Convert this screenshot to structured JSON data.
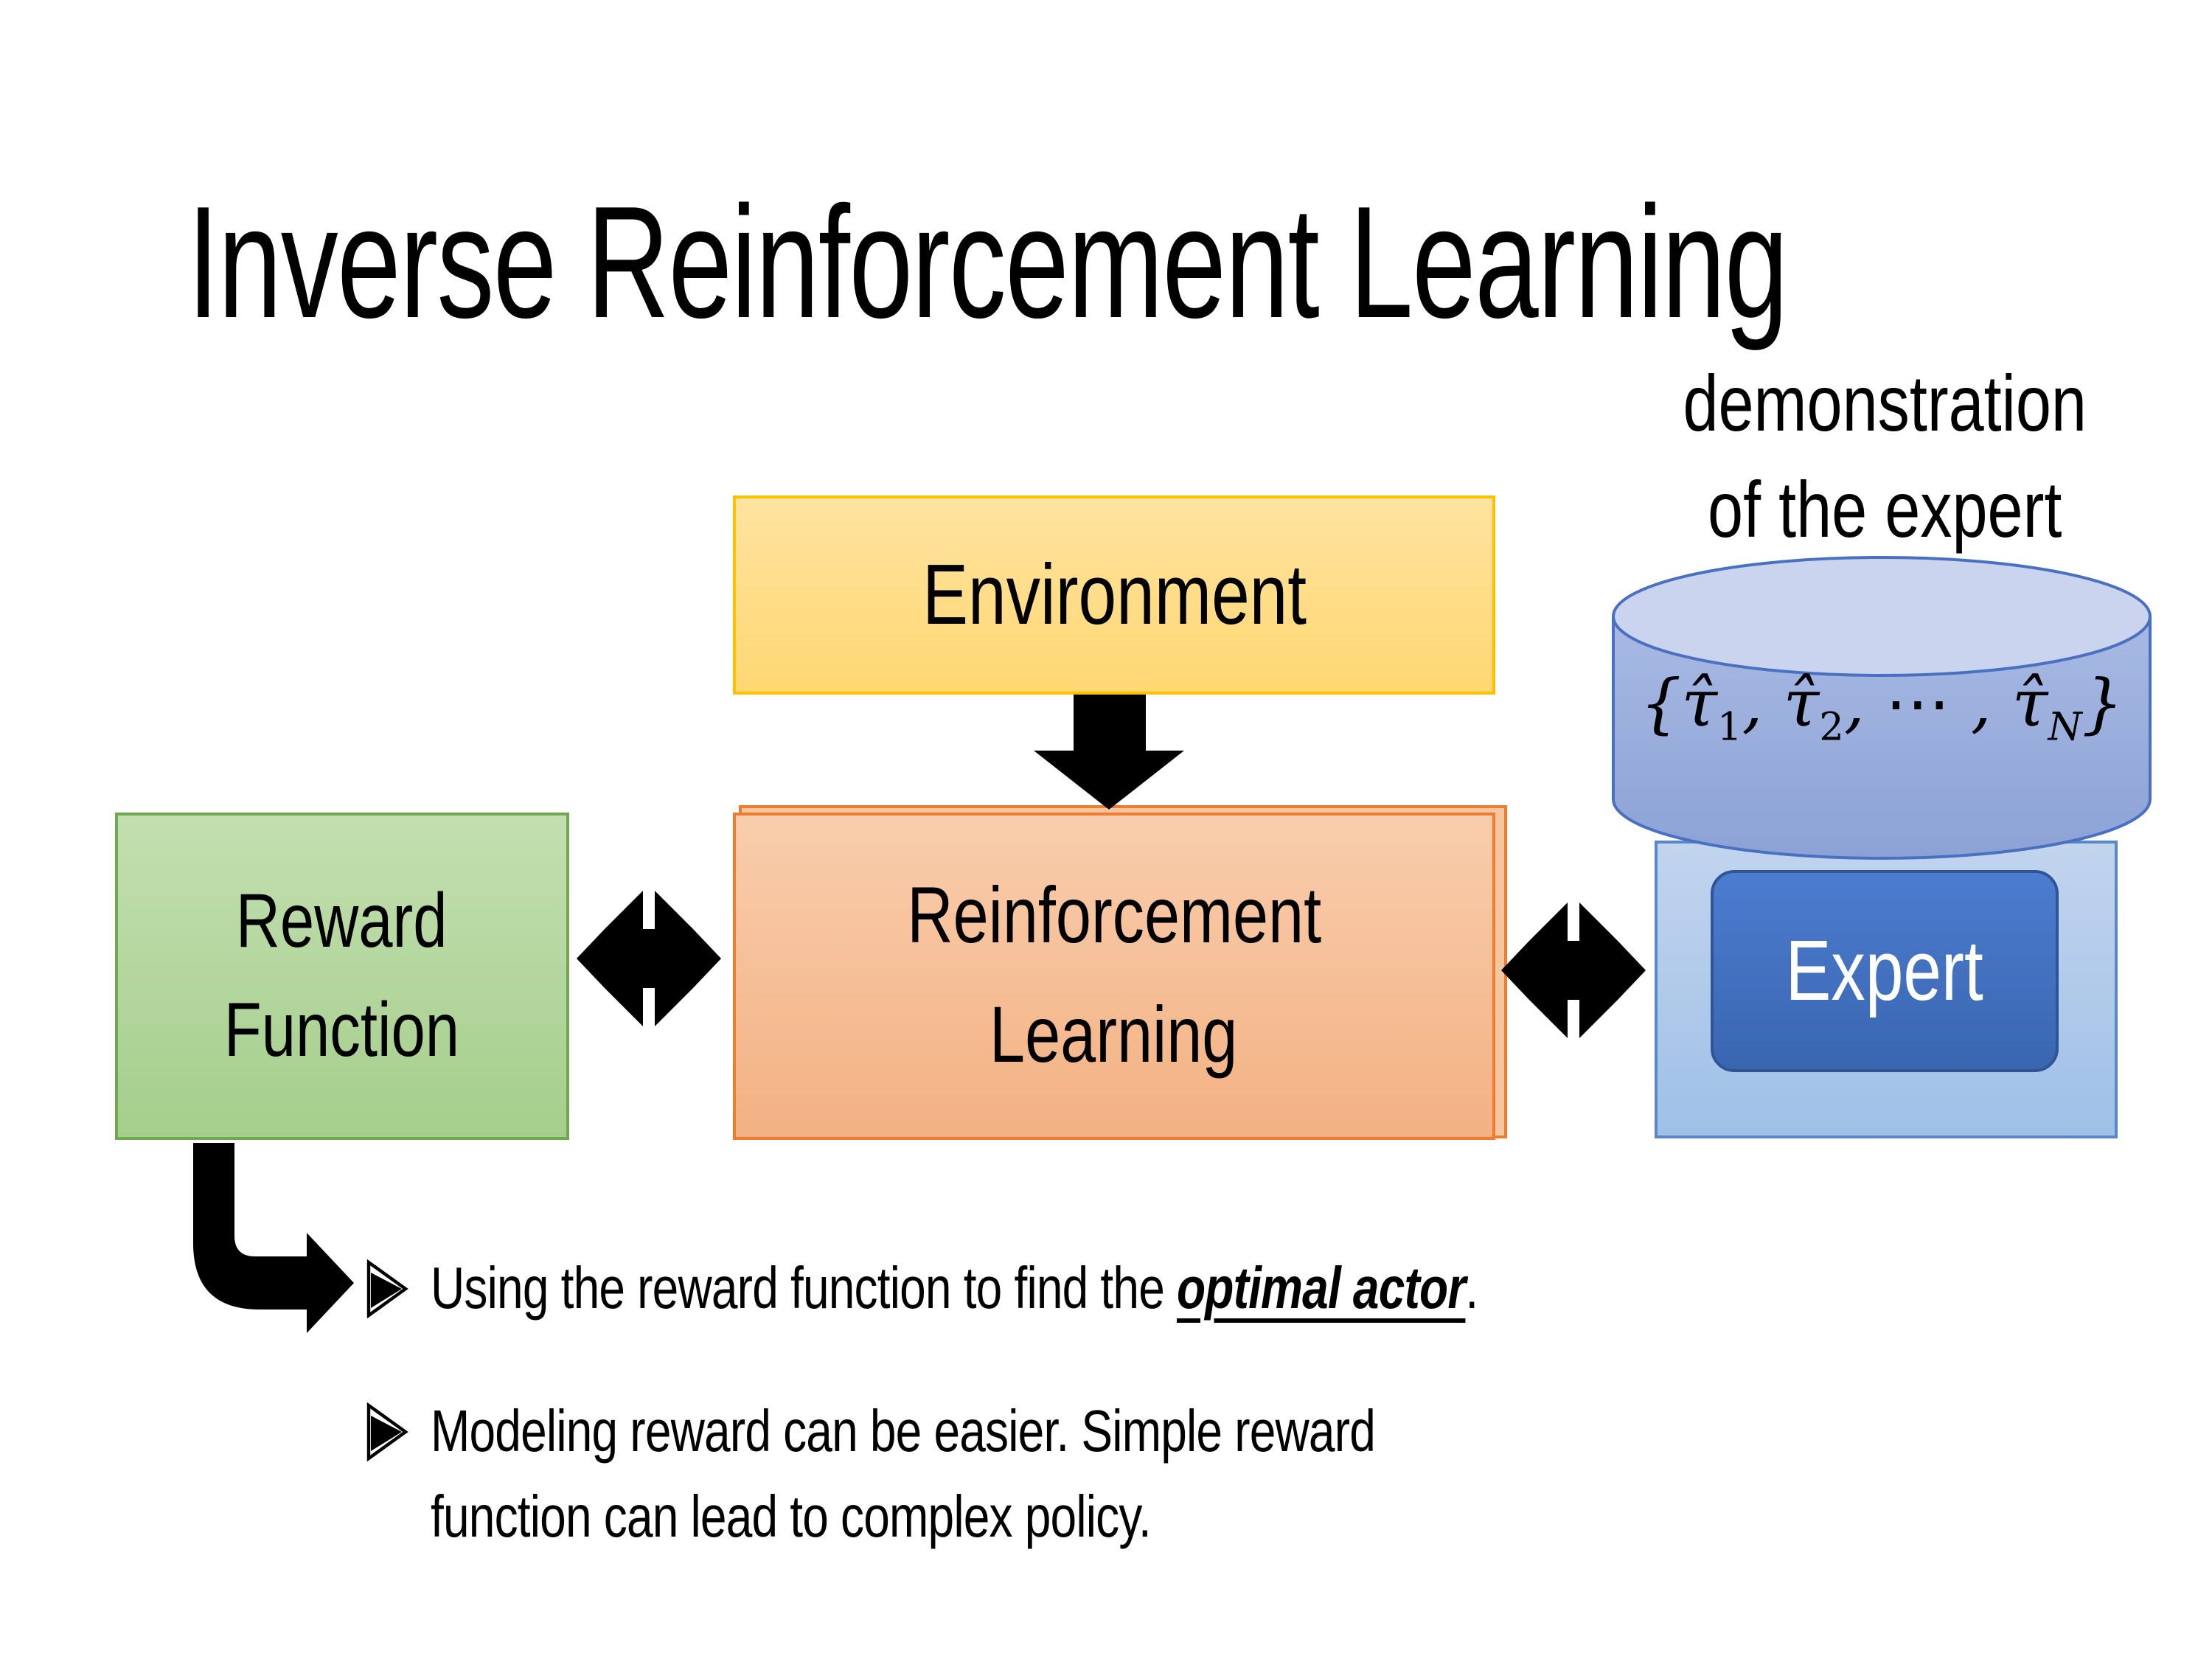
{
  "slide": {
    "title": "Inverse Reinforcement Learning"
  },
  "demo_label": {
    "line1": "demonstration",
    "line2": "of the expert"
  },
  "environment_box": {
    "label": "Environment"
  },
  "reward_box": {
    "line1": "Reward",
    "line2": "Function"
  },
  "rl_box": {
    "line1": "Reinforcement",
    "line2": "Learning"
  },
  "expert_box": {
    "label": "Expert"
  },
  "cylinder_math": {
    "open": "{",
    "tau1": "τ̂",
    "sub1": "1",
    "sep1": ", ",
    "tau2": "τ̂",
    "sub2": "2",
    "sep2": ", ⋯ , ",
    "tauN": "τ̂",
    "subN": "N",
    "close": "}"
  },
  "bullets": [
    {
      "prefix": "Using the reward function to find the ",
      "emphasis": "optimal actor",
      "suffix": "."
    },
    {
      "line1": "Modeling reward can be easier. Simple reward",
      "line2": "function can lead to complex policy."
    }
  ],
  "icons": {
    "down_arrow": "⬇",
    "exchange_arrow": "⬌",
    "elbow_arrow": "↳",
    "bullet_arrowhead": "➢",
    "database_cylinder": "🛢"
  },
  "colors": {
    "environment_fill_top": "#FFE3A0",
    "environment_fill_bottom": "#FFD873",
    "environment_border": "#FFC000",
    "reward_fill_top": "#C3DFB0",
    "reward_fill_bottom": "#A5CE8C",
    "reward_border": "#6FA84F",
    "rl_fill_top": "#F9CDAC",
    "rl_fill_bottom": "#F3B183",
    "rl_border": "#ED7D31",
    "expert_container_fill": "#AFC9EA",
    "expert_container_border": "#5B87C7",
    "expert_fill": "#4472C4",
    "expert_border": "#2F5597",
    "expert_text": "#FFFFFF",
    "cylinder_fill": "#8FA3D9",
    "cylinder_top_fill": "#CAD4EE",
    "cylinder_border": "#4A70C2",
    "arrow_color": "#000000",
    "text_color": "#000000"
  }
}
